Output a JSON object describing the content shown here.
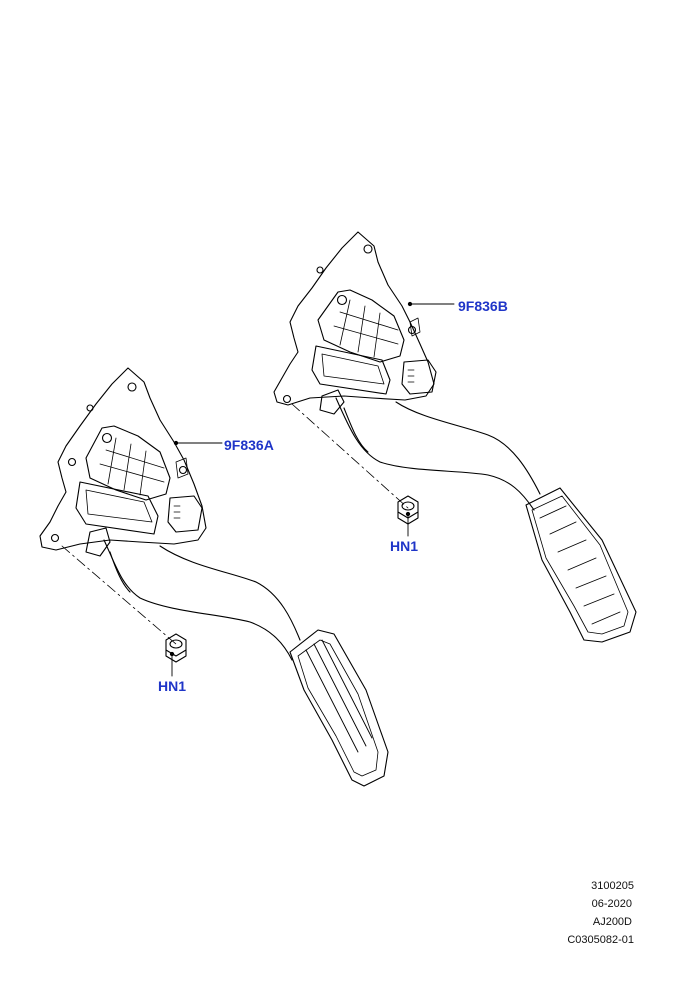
{
  "callouts": {
    "pedal_b": "9F836B",
    "pedal_a": "9F836A",
    "nut_upper": "HN1",
    "nut_lower": "HN1"
  },
  "footer": {
    "line1": "3100205",
    "line2": "06-2020",
    "line3": "AJ200D",
    "line4": "C0305082-01"
  },
  "colors": {
    "callout_text": "#1f35c8",
    "line_art": "#000000"
  }
}
